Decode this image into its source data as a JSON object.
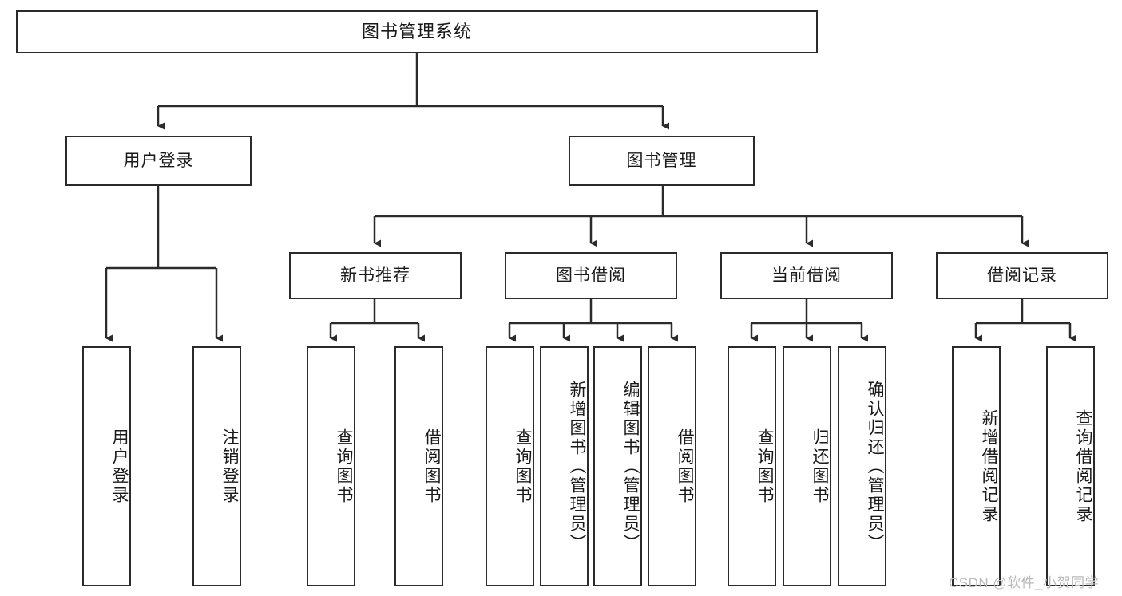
{
  "diagram": {
    "title": "图书管理系统",
    "type": "tree-hierarchy",
    "levels": {
      "root": "图书管理系统",
      "level2": [
        "用户登录",
        "图书管理"
      ],
      "level3": [
        "新书推荐",
        "图书借阅",
        "当前借阅",
        "借阅记录"
      ]
    },
    "nodes": {
      "root": {
        "label": "图书管理系统"
      },
      "user_login": {
        "label": "用户登录"
      },
      "book_manage": {
        "label": "图书管理"
      },
      "new_book_rec": {
        "label": "新书推荐"
      },
      "book_borrow": {
        "label": "图书借阅"
      },
      "current_borrow": {
        "label": "当前借阅"
      },
      "borrow_record": {
        "label": "借阅记录"
      },
      "leaf_user_login": {
        "label": "用户登录"
      },
      "leaf_logout": {
        "label": "注销登录"
      },
      "leaf_query_book_1": {
        "label": "查询图书"
      },
      "leaf_borrow_book_1": {
        "label": "借阅图书"
      },
      "leaf_query_book_2": {
        "label": "查询图书"
      },
      "leaf_add_book": {
        "label": "新增图书（管理员）"
      },
      "leaf_edit_book": {
        "label": "编辑图书（管理员）"
      },
      "leaf_borrow_book_2": {
        "label": "借阅图书"
      },
      "leaf_query_book_3": {
        "label": "查询图书"
      },
      "leaf_return_book": {
        "label": "归还图书"
      },
      "leaf_confirm_return": {
        "label": "确认归还（管理员）"
      },
      "leaf_add_record": {
        "label": "新增借阅记录"
      },
      "leaf_query_record": {
        "label": "查询借阅记录"
      }
    },
    "colors": {
      "stroke": "#2b2b2b",
      "fill": "#ffffff",
      "text": "#1a1a1a",
      "watermark": "#b9b9b9"
    }
  },
  "watermark": {
    "text": "CSDN @软件_小贺同学"
  }
}
